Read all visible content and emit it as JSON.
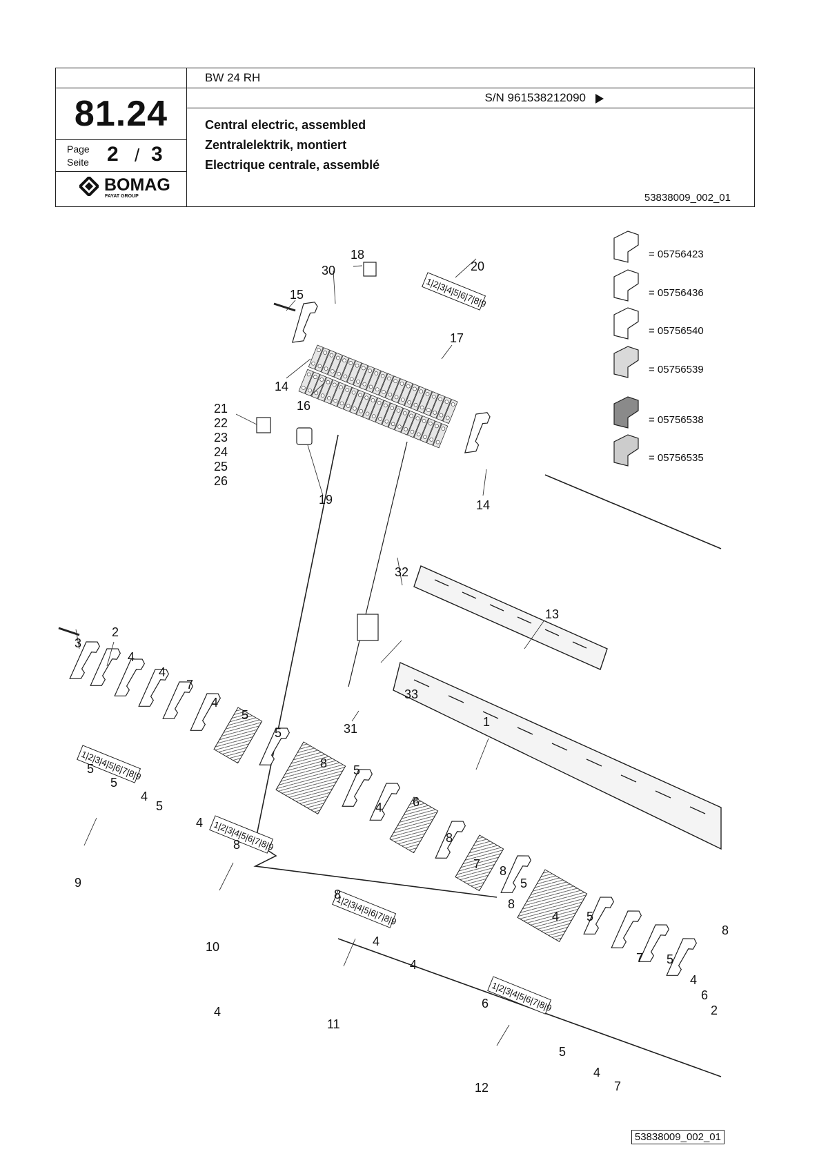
{
  "header": {
    "section_number": "81.24",
    "page_label_en": "Page",
    "page_label_de": "Seite",
    "page_current": "2",
    "page_separator": "/",
    "page_total": "3",
    "brand": "BOMAG",
    "brand_sub": "FAYAT GROUP",
    "model": "BW 24 RH",
    "serial": "S/N 961538212090",
    "title_en": "Central electric, assembled",
    "title_de": "Zentralelektrik, montiert",
    "title_fr": "Electrique centrale, assemblé",
    "doc_id": "53838009_002_01"
  },
  "legend": {
    "items": [
      {
        "code": "= 05756423"
      },
      {
        "code": "= 05756436"
      },
      {
        "code": "= 05756540"
      },
      {
        "code": "= 05756539"
      },
      {
        "code": "= 05756538"
      },
      {
        "code": "= 05756535"
      }
    ]
  },
  "callouts": [
    "18",
    "30",
    "20",
    "15",
    "17",
    "14",
    "16",
    "21",
    "22",
    "23",
    "24",
    "25",
    "26",
    "19",
    "14",
    "32",
    "13",
    "33",
    "31",
    "1",
    "3",
    "2",
    "4",
    "4",
    "7",
    "4",
    "5",
    "5",
    "5",
    "4",
    "8",
    "5",
    "5",
    "5",
    "8",
    "4",
    "4",
    "6",
    "8",
    "8",
    "9",
    "8",
    "7",
    "8",
    "5",
    "10",
    "4",
    "4",
    "5",
    "4",
    "7",
    "5",
    "4",
    "6",
    "2",
    "6",
    "11",
    "5",
    "4",
    "7",
    "12",
    "4",
    "8"
  ],
  "marker_strip": "123456789",
  "footer_ref": "53838009_002_01"
}
